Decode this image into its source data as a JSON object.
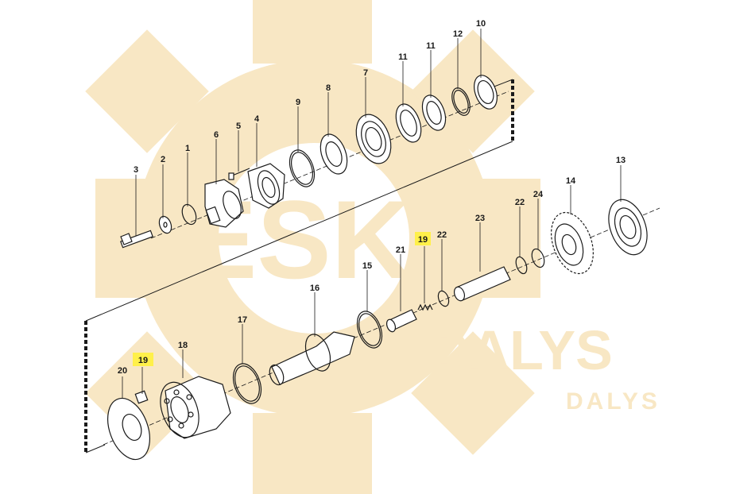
{
  "watermark": {
    "brand_line1": "ESKA",
    "brand_line2": "DALYS",
    "brand_small": "DALYS",
    "color": "#f8e7c4"
  },
  "highlight_color": "#fff04a",
  "callouts": {
    "c1": "1",
    "c2": "2",
    "c3": "3",
    "c4": "4",
    "c5": "5",
    "c6": "6",
    "c7": "7",
    "c8": "8",
    "c9": "9",
    "c10": "10",
    "c11a": "11",
    "c11b": "11",
    "c12": "12",
    "c13": "13",
    "c14": "14",
    "c15": "15",
    "c16": "16",
    "c17": "17",
    "c18": "18",
    "c19a": "19",
    "c19b": "19",
    "c20": "20",
    "c21": "21",
    "c22a": "22",
    "c22b": "22",
    "c23": "23",
    "c24": "24"
  }
}
